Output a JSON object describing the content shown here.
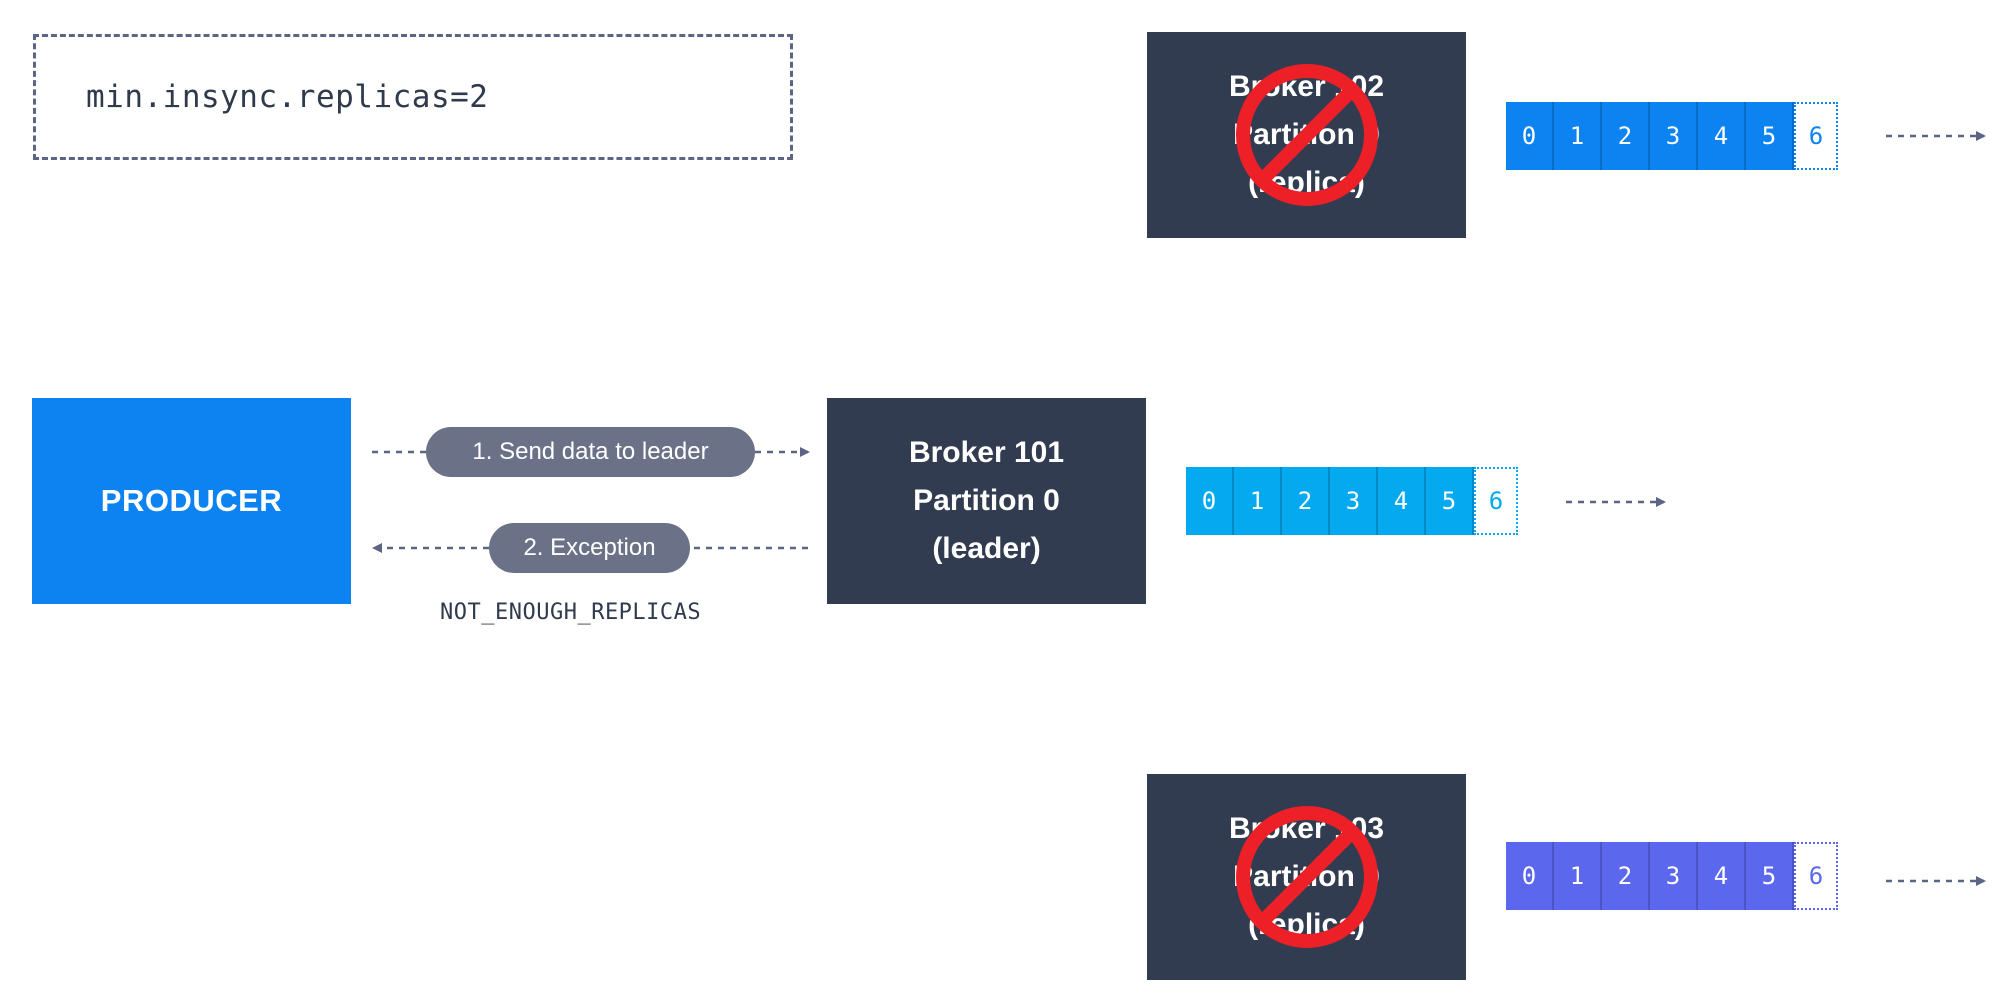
{
  "config": {
    "setting": "min.insync.replicas=2"
  },
  "producer": {
    "label": "PRODUCER"
  },
  "leader": {
    "line1": "Broker 101",
    "line2": "Partition 0",
    "line3": "(leader)"
  },
  "replica_102": {
    "line1": "Broker 102",
    "line2": "Partition 0",
    "line3": "(replica)",
    "status": "offline"
  },
  "replica_103": {
    "line1": "Broker 103",
    "line2": "Partition 0",
    "line3": "(replica)",
    "status": "offline"
  },
  "messages": {
    "send": "1. Send data to leader",
    "exception": "2. Exception",
    "error_code": "NOT_ENOUGH_REPLICAS"
  },
  "logs": {
    "leader": {
      "offsets": [
        "0",
        "1",
        "2",
        "3",
        "4",
        "5"
      ],
      "next": "6"
    },
    "replica_102": {
      "offsets": [
        "0",
        "1",
        "2",
        "3",
        "4",
        "5"
      ],
      "next": "6"
    },
    "replica_103": {
      "offsets": [
        "0",
        "1",
        "2",
        "3",
        "4",
        "5"
      ],
      "next": "6"
    }
  },
  "colors": {
    "producer": "#0c83f0",
    "broker": "#323c50",
    "log_leader": "#04a9ef",
    "log_102": "#0c83f0",
    "log_103": "#5b68ee",
    "prohibit": "#ee2027",
    "pill": "#6b7288"
  },
  "icons": {
    "offline_marker": "prohibited-icon"
  }
}
